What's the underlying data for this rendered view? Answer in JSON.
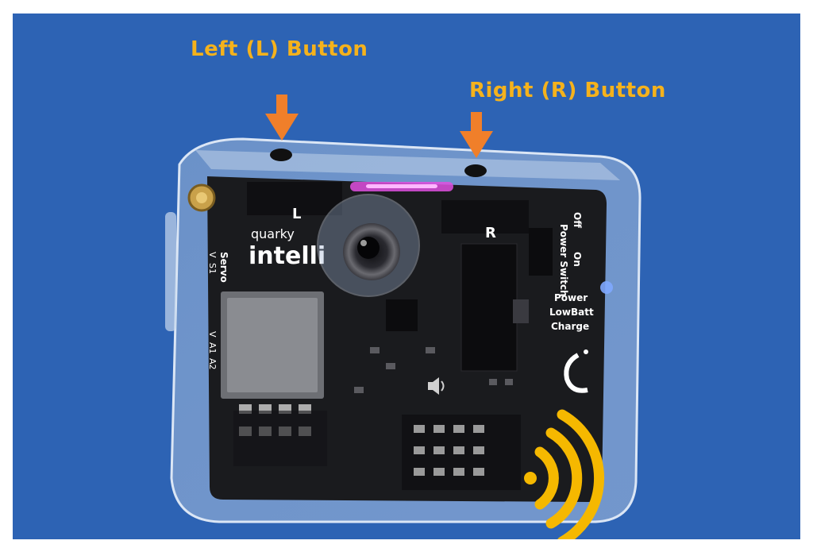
{
  "labels": {
    "left_button": "Left (L) Button",
    "right_button": "Right (R) Button"
  },
  "board": {
    "brand_small": "quarky",
    "brand_large": "intelli",
    "button_marks": [
      "L",
      "R"
    ],
    "power_switch": "Power Switch",
    "switch_states": [
      "On",
      "Off"
    ],
    "indicators": [
      "Power",
      "LowBatt",
      "Charge"
    ],
    "servo_header": "Servo",
    "servo_pins": [
      "V",
      "S1"
    ],
    "analog_pins": [
      "V",
      "A1",
      "A2"
    ]
  },
  "colors": {
    "background": "#2d63b4",
    "label": "#f5b21c",
    "arrow": "#f07f2a",
    "wifi": "#f5b800",
    "board": "#1a1b1e"
  },
  "icons": [
    "down-arrow-icon",
    "speaker-icon",
    "wifi-signal-icon",
    "camera-lens-icon"
  ]
}
